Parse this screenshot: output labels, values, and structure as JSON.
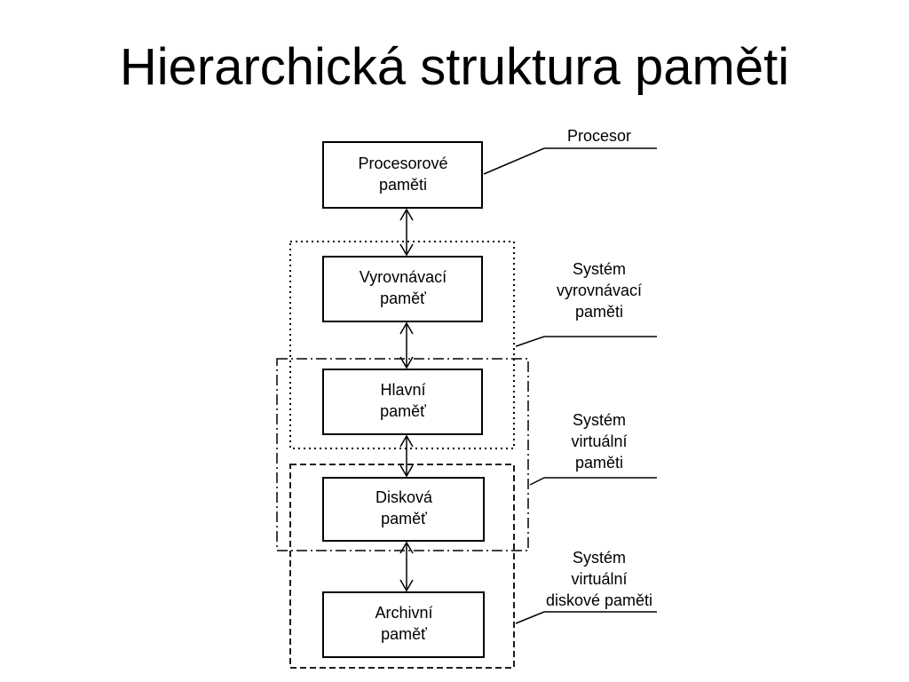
{
  "title": "Hierarchická struktura paměti",
  "boxes": [
    {
      "line1": "Procesorové",
      "line2": "paměti"
    },
    {
      "line1": "Vyrovnávací",
      "line2": "paměť"
    },
    {
      "line1": "Hlavní",
      "line2": "paměť"
    },
    {
      "line1": "Disková",
      "line2": "paměť"
    },
    {
      "line1": "Archivní",
      "line2": "paměť"
    }
  ],
  "labels": [
    {
      "lines": [
        "Procesor"
      ]
    },
    {
      "lines": [
        "Systém",
        "vyrovnávací",
        "paměti"
      ]
    },
    {
      "lines": [
        "Systém",
        "virtuální",
        "paměti"
      ]
    },
    {
      "lines": [
        "Systém",
        "virtuální",
        "diskové paměti"
      ]
    }
  ]
}
